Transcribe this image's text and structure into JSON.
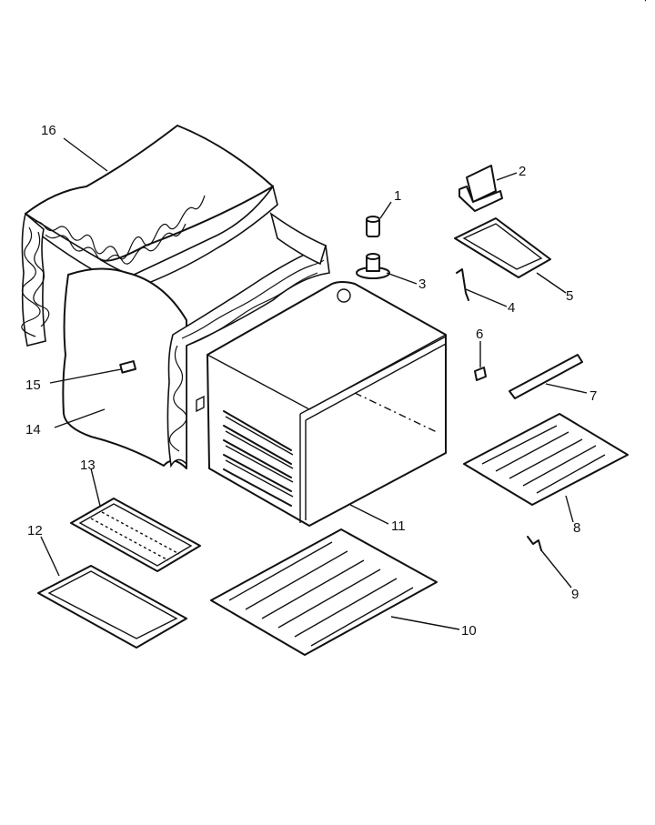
{
  "callouts": {
    "c1": "1",
    "c2": "2",
    "c3": "3",
    "c4": "4",
    "c5": "5",
    "c6": "6",
    "c7": "7",
    "c8": "8",
    "c9": "9",
    "c10": "10",
    "c11": "11",
    "c12": "12",
    "c13": "13",
    "c14": "14",
    "c15": "15",
    "c16": "16"
  },
  "corner_mark": "'"
}
